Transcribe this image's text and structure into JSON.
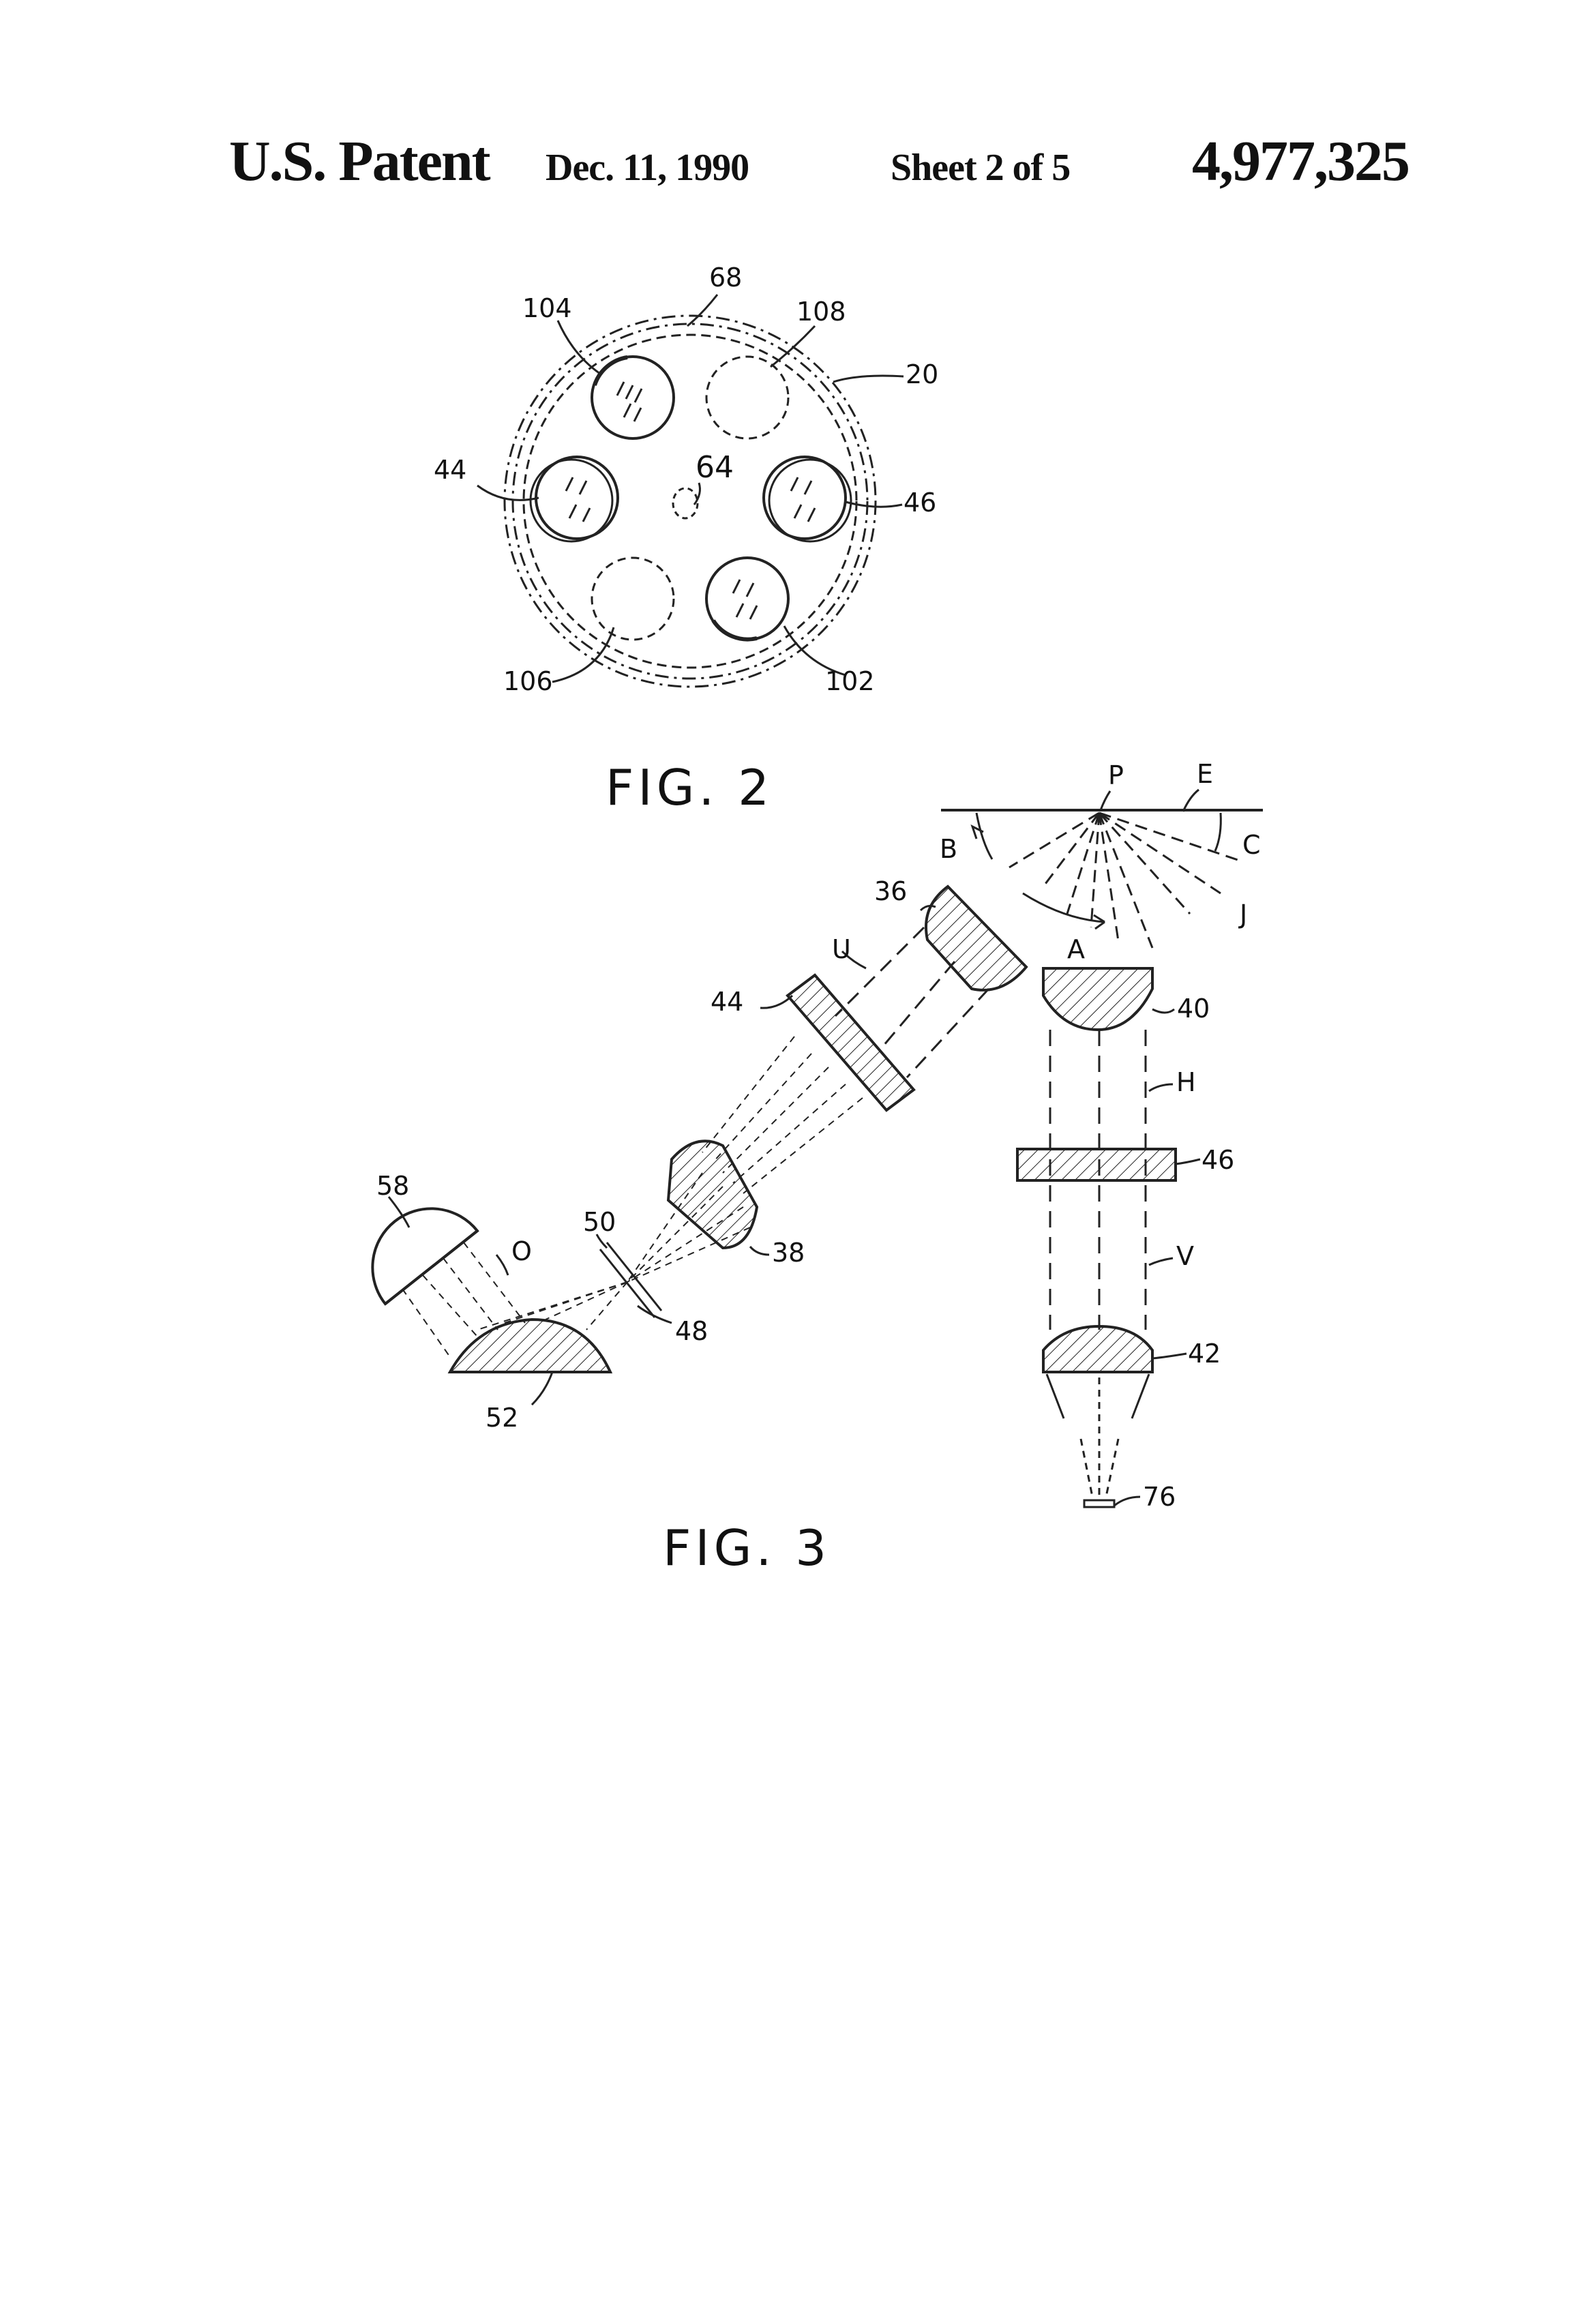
{
  "header": {
    "title": "U.S. Patent",
    "date": "Dec. 11, 1990",
    "sheet": "Sheet 2 of 5",
    "patent_number": "4,977,325"
  },
  "figures": {
    "fig2": {
      "caption": "FIG. 2",
      "labels": [
        "68",
        "104",
        "108",
        "20",
        "44",
        "64",
        "46",
        "106",
        "102"
      ]
    },
    "fig3": {
      "caption": "FIG. 3",
      "labels": [
        "P",
        "E",
        "B",
        "C",
        "36",
        "J",
        "U",
        "A",
        "40",
        "44",
        "H",
        "46",
        "58",
        "50",
        "38",
        "V",
        "O",
        "48",
        "42",
        "52",
        "76"
      ]
    }
  }
}
